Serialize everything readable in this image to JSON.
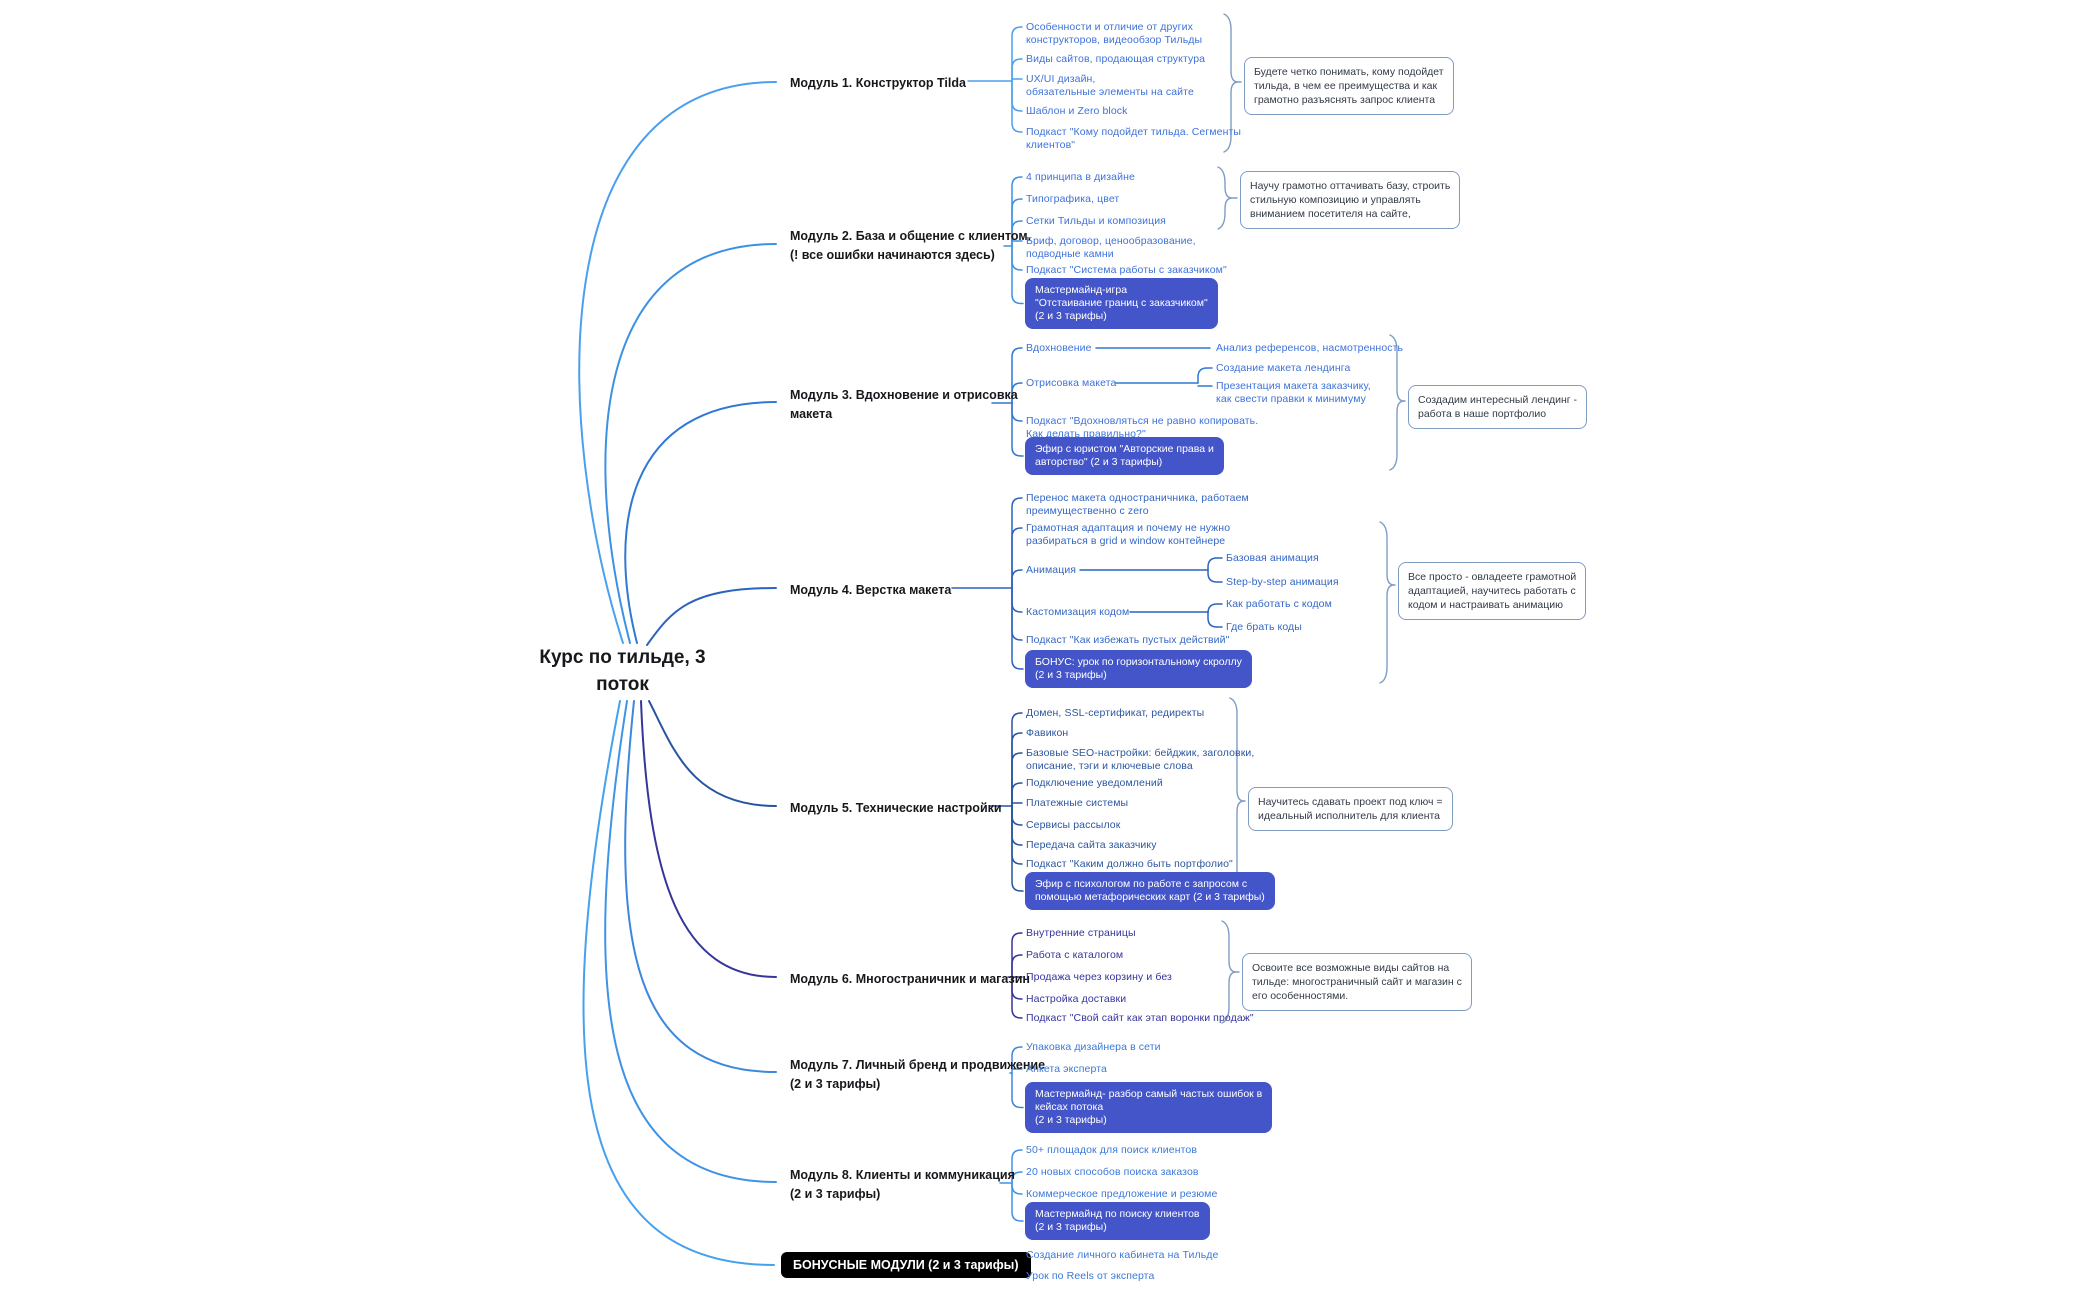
{
  "title": "Курс по тильде, 3\nпоток",
  "colors": {
    "highlight_box": "#4355c8",
    "bonus_box": "#000000",
    "brace": "#7f9cc2",
    "branch_light_blue": "#45a0ee",
    "branch_medium_blue": "#2c63be",
    "branch_indigo": "#35359c"
  },
  "modules": [
    {
      "label": "Модуль 1. Конструктор Tilda",
      "topics": [
        "Особенности и отличие от других\nконструкторов, видеообзор Тильды",
        "Виды сайтов, продающая структура",
        "UX/UI дизайн,\nобязательные элементы на сайте",
        "Шаблон и Zero block",
        "Подкаст \"Кому подойдет тильда. Сегменты\nклиентов\""
      ],
      "note": "Будете четко понимать, кому подойдет\nтильда, в чем ее преимущества и как\nграмотно разъяснять запрос клиента"
    },
    {
      "label": "Модуль 2. База и общение с клиентом.\n(! все ошибки начинаются здесь)",
      "topics": [
        "4 принципа в дизайне",
        "Типографика, цвет",
        "Сетки Тильды и композиция",
        "Бриф, договор, ценообразование,\nподводные камни",
        "Подкаст \"Система работы с заказчиком\""
      ],
      "highlight": "Мастермайнд-игра\n\"Отстаивание границ с заказчиком\"\n(2 и 3 тарифы)",
      "note": "Научу грамотно оттачивать базу, строить\nстильную композицию и управлять\nвниманием посетителя на сайте,"
    },
    {
      "label": "Модуль 3. Вдохновение и отрисовка\nмакета",
      "topics": [
        "Вдохновение",
        "Отрисовка макета",
        "Подкаст \"Вдохновляться не равно копировать.\nКак делать правильно?\""
      ],
      "subtopics": [
        "Анализ референсов, насмотренность",
        "Создание макета лендинга",
        "Презентация макета заказчику,\nкак свести правки к минимуму"
      ],
      "highlight": "Эфир с юристом \"Авторские права и\nавторство\" (2 и 3 тарифы)",
      "note": "Создадим интересный лендинг -\nработа в наше портфолио"
    },
    {
      "label": "Модуль 4. Верстка макета",
      "topics": [
        "Перенос макета одностраничника, работаем\nпреимущественно с zero",
        "Грамотная адаптация и почему не нужно\nразбираться в grid и window контейнере",
        "Анимация",
        "Кастомизация кодом",
        "Подкаст \"Как избежать пустых действий\""
      ],
      "subtopics": [
        "Базовая анимация",
        "Step-by-step анимация",
        "Как работать с кодом",
        "Где брать коды"
      ],
      "highlight": "БОНУС: урок по горизонтальному скроллу\n(2 и 3 тарифы)",
      "note": "Все просто - овладеете грамотной\nадаптацией, научитесь работать с\nкодом и настраивать анимацию"
    },
    {
      "label": "Модуль 5. Технические настройки",
      "topics": [
        "Домен, SSL-сертификат, редиректы",
        "Фавикон",
        "Базовые SEO-настройки: бейджик, заголовки,\nописание, тэги и ключевые слова",
        "Подключение уведомлений",
        "Платежные системы",
        "Сервисы рассылок",
        "Передача сайта заказчику",
        "Подкаст \"Каким должно быть портфолио\""
      ],
      "highlight": "Эфир с психологом по работе с запросом с\nпомощью метафорических карт (2 и 3 тарифы)",
      "note": "Научитесь сдавать проект под ключ =\nидеальный исполнитель для клиента"
    },
    {
      "label": "Модуль 6. Многостраничник и магазин",
      "topics": [
        "Внутренние страницы",
        "Работа с каталогом",
        "Продажа через корзину и без",
        "Настройка доставки",
        "Подкаст \"Свой сайт как этап воронки продаж\""
      ],
      "note": "Освоите все возможные виды сайтов на\nтильде: многостраничный сайт и магазин с\nего особенностями."
    },
    {
      "label": "Модуль 7. Личный бренд и продвижение\n(2 и 3 тарифы)",
      "topics": [
        "Упаковка дизайнера в сети",
        "Анкета эксперта"
      ],
      "highlight": "Мастермайнд- разбор самый частых ошибок в\nкейсах потока\n(2 и 3 тарифы)"
    },
    {
      "label": "Модуль 8. Клиенты и коммуникация\n(2 и 3 тарифы)",
      "topics": [
        "50+ площадок для поиск клиентов",
        "20 новых способов поиска заказов",
        "Коммерческое предложение и резюме"
      ],
      "highlight": "Мастермайнд по поиску клиентов\n(2 и 3 тарифы)"
    },
    {
      "label": "БОНУСНЫЕ МОДУЛИ (2 и 3 тарифы)",
      "topics": [
        "Создание личного кабинета на Тильде",
        "Урок по Reels от эксперта"
      ]
    }
  ]
}
